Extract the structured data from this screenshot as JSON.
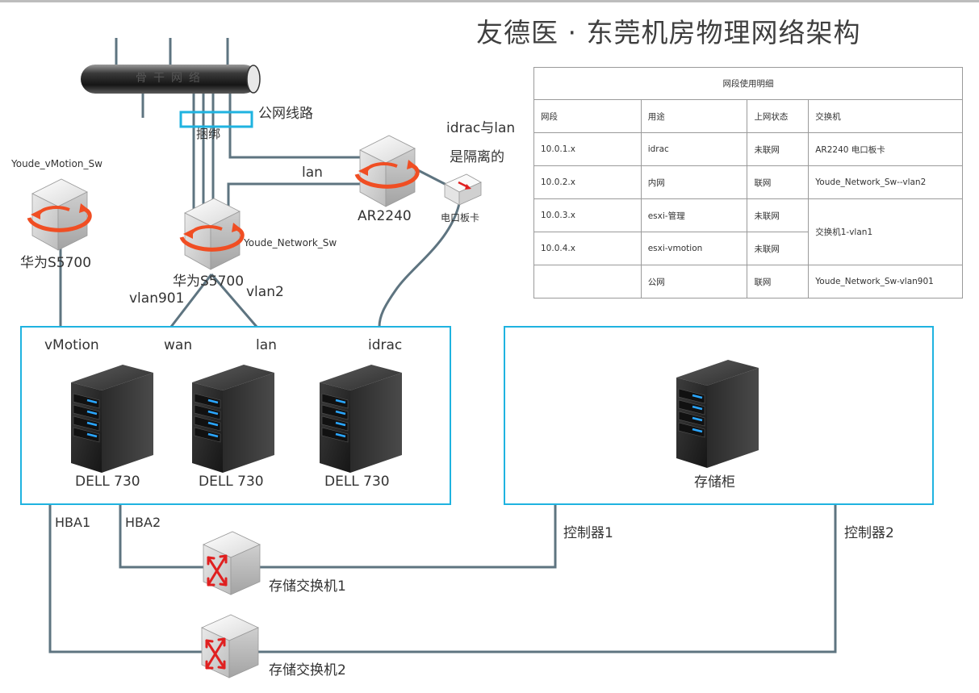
{
  "title": "友德医 · 东莞机房物理网络架构",
  "internet": {
    "label": "骨干网络"
  },
  "labels": {
    "public_line": "公网线路",
    "bundle": "捆绑",
    "lan_link": "lan",
    "idrac_note_1": "idrac与lan",
    "idrac_note_2": "是隔离的",
    "vlan901": "vlan901",
    "vlan2": "vlan2",
    "hba1": "HBA1",
    "hba2": "HBA2",
    "controller1": "控制器1",
    "controller2": "控制器2"
  },
  "devices": {
    "vmotion_switch": {
      "name": "Youde_vMotion_Sw",
      "model": "华为S5700"
    },
    "network_switch": {
      "name": "Youde_Network_Sw",
      "model": "华为S5700"
    },
    "router": {
      "model": "AR2240"
    },
    "elec_card": {
      "label": "电口板卡"
    },
    "storage_switch_1": {
      "label": "存储交换机1"
    },
    "storage_switch_2": {
      "label": "存储交换机2"
    }
  },
  "server_group": {
    "port_labels": [
      "vMotion",
      "wan",
      "lan",
      "idrac"
    ],
    "servers": [
      {
        "label": "DELL 730"
      },
      {
        "label": "DELL 730"
      },
      {
        "label": "DELL 730"
      }
    ]
  },
  "storage": {
    "label": "存储柜"
  },
  "segment_table": {
    "caption": "网段使用明细",
    "headers": [
      "网段",
      "用途",
      "上网状态",
      "交换机"
    ],
    "rows": [
      [
        "10.0.1.x",
        "idrac",
        "未联网",
        "AR2240 电口板卡"
      ],
      [
        "10.0.2.x",
        "内网",
        "联网",
        "Youde_Network_Sw--vlan2"
      ],
      [
        "10.0.3.x",
        "esxi-管理",
        "未联网",
        "交换机1-vlan1"
      ],
      [
        "10.0.4.x",
        "esxi-vmotion",
        "未联网",
        ""
      ],
      [
        "",
        "公网",
        "联网",
        "Youde_Network_Sw-vlan901"
      ]
    ]
  },
  "colors": {
    "link": "#5e7480",
    "frame": "#1fb3e0",
    "switch_arrow": "#f04e23",
    "server_led": "#2aa6ff"
  }
}
